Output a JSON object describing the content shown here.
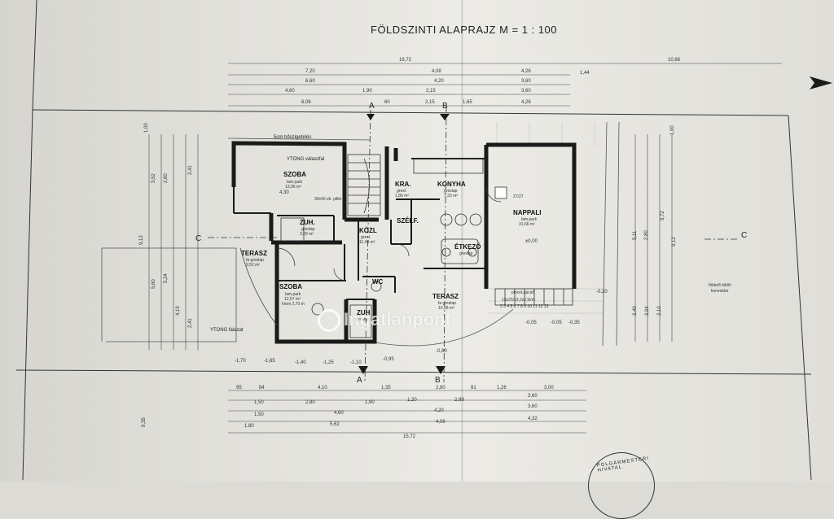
{
  "title": "FÖLDSZINTI ALAPRAJZ M = 1 : 100",
  "rooms": {
    "szoba1": {
      "name": "SZOBA",
      "meta": "lam.park",
      "area": "13,06 m²",
      "dim": "4,30"
    },
    "szoba2": {
      "name": "SZOBA",
      "meta": "lam.park",
      "area": "12,57 m²",
      "height": "hmm 2,70 m"
    },
    "zuh1": {
      "name": "ZUH.",
      "meta": "greslap",
      "area": "3,09 m²"
    },
    "zuh2": {
      "name": "ZUH",
      "meta": "greslap"
    },
    "kozl": {
      "name": "KÖZL",
      "meta": "gresl.",
      "area": "11,44 m²"
    },
    "kra": {
      "name": "KRA.",
      "meta": "gresl.",
      "area": "1,86 m²"
    },
    "konyha": {
      "name": "KONYHA",
      "meta": "greslap",
      "area": "7,33 m²"
    },
    "szelf": {
      "name": "SZÉLF."
    },
    "etkezo": {
      "name": "ÉTKEZŐ",
      "meta": "greslap"
    },
    "nappali": {
      "name": "NAPPALI",
      "meta": "lam.park",
      "area": "31,66 m²",
      "level": "±0,00"
    },
    "wc": {
      "name": "WC"
    },
    "terasz1": {
      "name": "TERASZ",
      "meta": "fa greslap",
      "area": "9,52 m²"
    },
    "terasz2": {
      "name": "TERASZ",
      "meta": "fa greslap",
      "area": "10,18 m²"
    }
  },
  "notes": {
    "ytong1": "YTONG válaszfal",
    "ytong2": "YTONG falazat",
    "hoszig": "5cm hőszigetelés",
    "pince": "pinceLépcső",
    "pince_dim": "13x25/19,2x2,5l/m",
    "steps": "2 3 4 5 6 7 8 9 10 11 12 13",
    "szint": "földelő láblló",
    "konv": "konvektor",
    "kemeny": "27/27",
    "vb": "30x40 vb. pillér"
  },
  "section": {
    "a": "A",
    "b": "B",
    "c": "C"
  },
  "dims_top": {
    "r1": [
      "16,72",
      "10,66"
    ],
    "r2": [
      "7,20",
      "4,08",
      "4,26",
      "1,44"
    ],
    "r3": [
      "6,60",
      "4,20",
      "3,60"
    ],
    "r4": [
      "4,60",
      "1,90",
      "2,15",
      "3,60"
    ],
    "r5": [
      "6,06",
      "60",
      "2,15",
      "1,65",
      "4,26"
    ]
  },
  "dims_bottom": {
    "r1": [
      "95",
      "84",
      "4,10",
      "1,35",
      "2,80",
      "81",
      "1,26",
      "3,00"
    ],
    "r2": [
      "1,50",
      "2,80",
      "1,90",
      "1,20",
      "2,89",
      "3,60"
    ],
    "r3": [
      "1,50",
      "4,60",
      "4,20",
      "3,60"
    ],
    "r4": [
      "1,80",
      "5,62",
      "4,08",
      "4,32"
    ],
    "r5": [
      "15,72"
    ],
    "side": "9,35"
  },
  "dims_left": [
    "9,12",
    "3,52",
    "2,60",
    "2,41",
    "5,60",
    "5,24",
    "4,19",
    "2,41",
    "1,00"
  ],
  "dims_right": [
    "9,12",
    "5,11",
    "2,80",
    "5,72",
    "2,40",
    "2,04",
    "2,10",
    "1,00"
  ],
  "levels": [
    "-1,70",
    "-1,65",
    "-1,40",
    "-1,25",
    "-1,10",
    "-0,95",
    "-0,80",
    "-0,05",
    "-0,05",
    "-0,35",
    "-0,20"
  ],
  "watermark": "Ingatlanpont",
  "stamp": "POLGÁRMESTERI HIVATAL"
}
